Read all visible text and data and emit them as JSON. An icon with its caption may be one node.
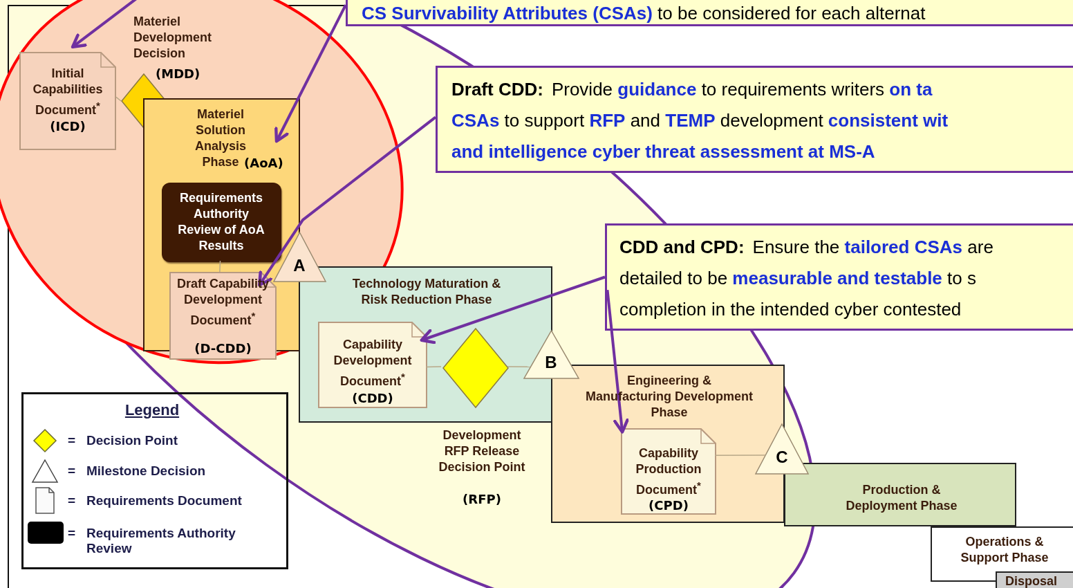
{
  "diagram": {
    "nodes": [
      {
        "text": [
          "**CS Survivability Attributes (CSAs)** to be considered for each alternat"
        ]
      },
      {
        "text": [
          "Initial Capabilities Document$^{*}$",
          "(ICD)"
        ]
      },
      {
        "text": [],
        "shape": "diamond",
        "beside": [
          "Materiel Development Decision",
          "(MDD)"
        ]
      },
      {
        "text": [
          "Materiel Solution Analysis Phase",
          "(AoA)"
        ]
      },
      {
        "text": [
          "Requirements Authority Review of AoA Results"
        ],
        "in": 3
      },
      {
        "text": [
          "Draft Capability Development Document$^{*}$",
          "(D-CDD)"
        ]
      },
      {
        "text": [
          "A"
        ]
      },
      {
        "text": [
          "Technology Maturation & Risk Reduction Phase"
        ]
      },
      {
        "text": [
          "Capability Development Document$^{*}$",
          "(CDD)"
        ],
        "in": 7
      },
      {
        "text": [],
        "shape": "diamond",
        "in": 7,
        "beside": [
          "Development RFP Release Decision Point",
          "(RFP)"
        ]
      },
      {
        "text": [
          "B"
        ]
      },
      {
        "text": [
          "Engineering & Manufacturing Development Phase"
        ]
      },
      {
        "text": [
          "Capability Production Document$^{*}$",
          "(CPD)"
        ],
        "in": 11
      },
      {
        "text": [
          "C"
        ]
      },
      {
        "text": [
          "Production & Deployment Phase"
        ]
      },
      {
        "text": [
          "Operations & Support Phase"
        ]
      },
      {
        "text": [
          "Disposal"
        ]
      },
      {
        "text": [
          "Draft CDD:",
          "Provide **guidance** to requirements writers **on ta**",
          "**CSAs** to support **RFP** and **TEMP** development **consistent wit**",
          "**and intelligence cyber threat assessment at MS-A**"
        ]
      },
      {
        "text": [
          "CDD and CPD:",
          "Ensure the **tailored CSAs** are",
          "detailed to be **measurable and testable** to s",
          "completion in the intended cyber contested"
        ]
      }
    ],
    "edges": [
      {
        "from": null,
        "to": 1,
        "arrow": "to",
        "style": "thick",
        "color": "#7030a0"
      },
      {
        "from": 0,
        "to": 3,
        "arrow": "to",
        "style": "thick",
        "color": "#7030a0"
      },
      {
        "from": 17,
        "to": 5,
        "arrow": "to",
        "style": "thick",
        "color": "#7030a0"
      },
      {
        "from": 18,
        "to": 8,
        "arrow": "to",
        "style": "thick",
        "color": "#7030a0"
      },
      {
        "from": 18,
        "to": 12,
        "arrow": "to",
        "style": "thick",
        "color": "#7030a0"
      },
      {
        "from": 1,
        "to": 2,
        "arrow": "none",
        "color": "#b8a888"
      },
      {
        "from": 4,
        "to": 5,
        "arrow": "none",
        "color": "#b8a888"
      },
      {
        "from": 8,
        "to": 9,
        "arrow": "none",
        "color": "#b8a888"
      },
      {
        "from": 9,
        "to": 10,
        "arrow": "none",
        "color": "#b8a888"
      },
      {
        "from": 12,
        "to": 13,
        "arrow": "none",
        "color": "#b8a888"
      }
    ],
    "labels": [
      "Legend",
      "=",
      "=",
      "=",
      "="
    ],
    "legend": [
      {
        "text": "Decision Point"
      },
      {
        "text": "Milestone Decision"
      },
      {
        "text": "Requirements Document"
      },
      {
        "text": "Requirements Authority Review"
      }
    ]
  }
}
